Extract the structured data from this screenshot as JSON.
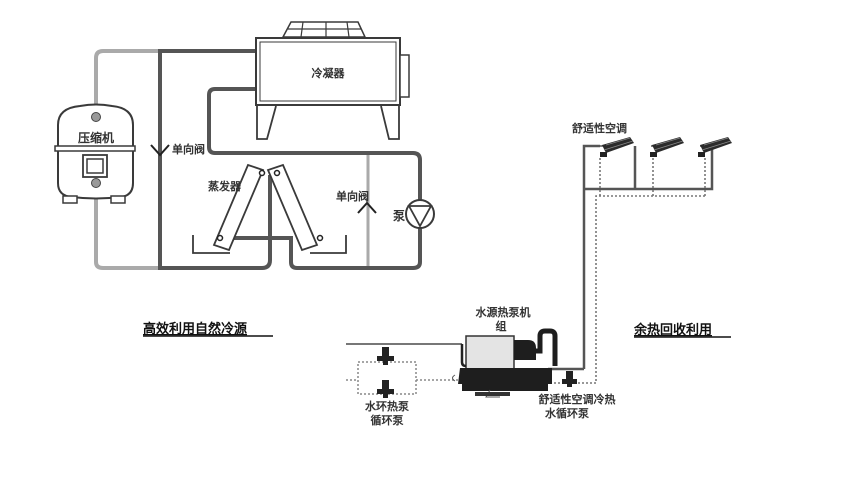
{
  "diagram": {
    "left_section": {
      "title": "高效利用自然冷源",
      "components": {
        "condenser": "冷凝器",
        "compressor": "压缩机",
        "check_valve_1": "单向阀",
        "evaporator": "蒸发器",
        "check_valve_2": "单向阀",
        "pump": "泵"
      }
    },
    "right_section": {
      "title": "余热回收利用",
      "components": {
        "comfort_ac": "舒适性空调",
        "heat_pump_unit_line1": "水源热泵机",
        "heat_pump_unit_line2": "组",
        "loop_pump_line1": "水环热泵",
        "loop_pump_line2": "循环泵",
        "ac_pump_line1": "舒适性空调冷热",
        "ac_pump_line2": "水循环泵"
      }
    },
    "colors": {
      "pipe_dark": "#555555",
      "pipe_light": "#aaaaaa",
      "outline": "#3a3a3a",
      "machine": "#1e1e1e"
    }
  }
}
